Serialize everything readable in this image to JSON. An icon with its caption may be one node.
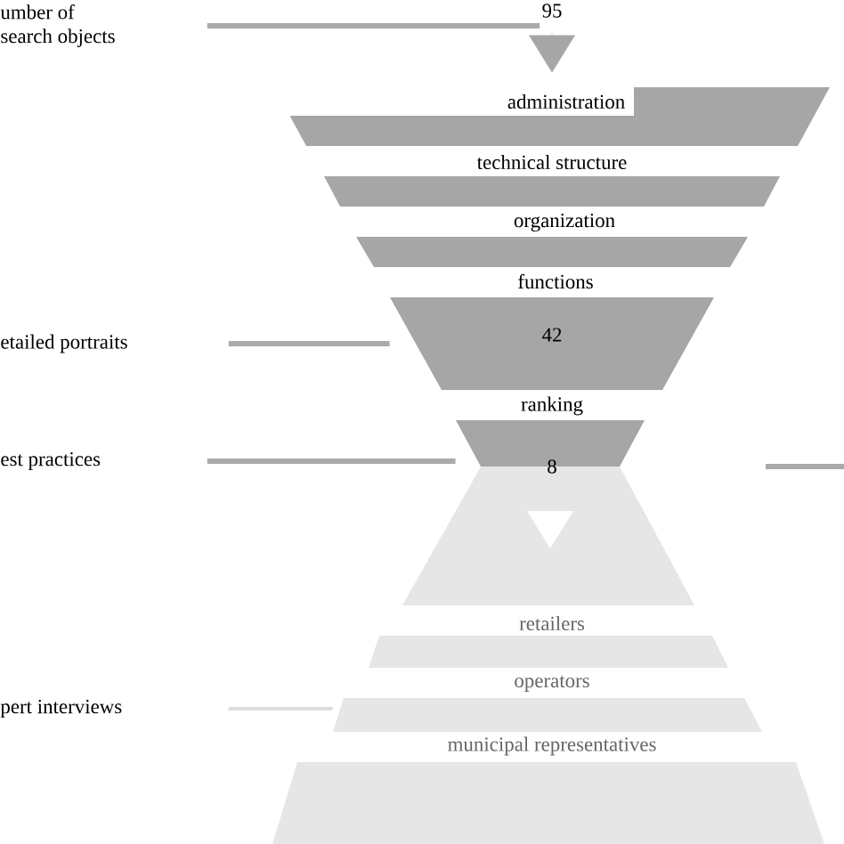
{
  "diagram": {
    "nodes": [
      {
        "text": [
          "umber of search objects"
        ]
      },
      {
        "text": [
          "95"
        ]
      },
      {
        "text": [
          "administration"
        ]
      },
      {
        "text": [
          "technical structure"
        ]
      },
      {
        "text": [
          "organization"
        ]
      },
      {
        "text": [
          "functions",
          "42"
        ]
      },
      {
        "text": [
          "ranking"
        ]
      },
      {
        "text": [
          "8"
        ]
      },
      {
        "text": [],
        "shape": "trapezoid"
      },
      {
        "text": [
          "retailers"
        ]
      },
      {
        "text": [
          "operators"
        ]
      },
      {
        "text": [
          "municipal representatives"
        ]
      },
      {
        "text": [
          "etailed portraits"
        ]
      },
      {
        "text": [
          "est practices"
        ]
      },
      {
        "text": [
          "pert interviews"
        ]
      }
    ],
    "edges": [
      {
        "from": 0,
        "to": 1,
        "arrow": "none"
      },
      {
        "from": 1,
        "to": 2,
        "arrow": "to"
      },
      {
        "from": 12,
        "to": 5,
        "arrow": "none"
      },
      {
        "from": 13,
        "to": 6,
        "arrow": "none"
      },
      {
        "from": 14,
        "to": 10,
        "arrow": "none",
        "color": "#dddddd"
      }
    ]
  }
}
